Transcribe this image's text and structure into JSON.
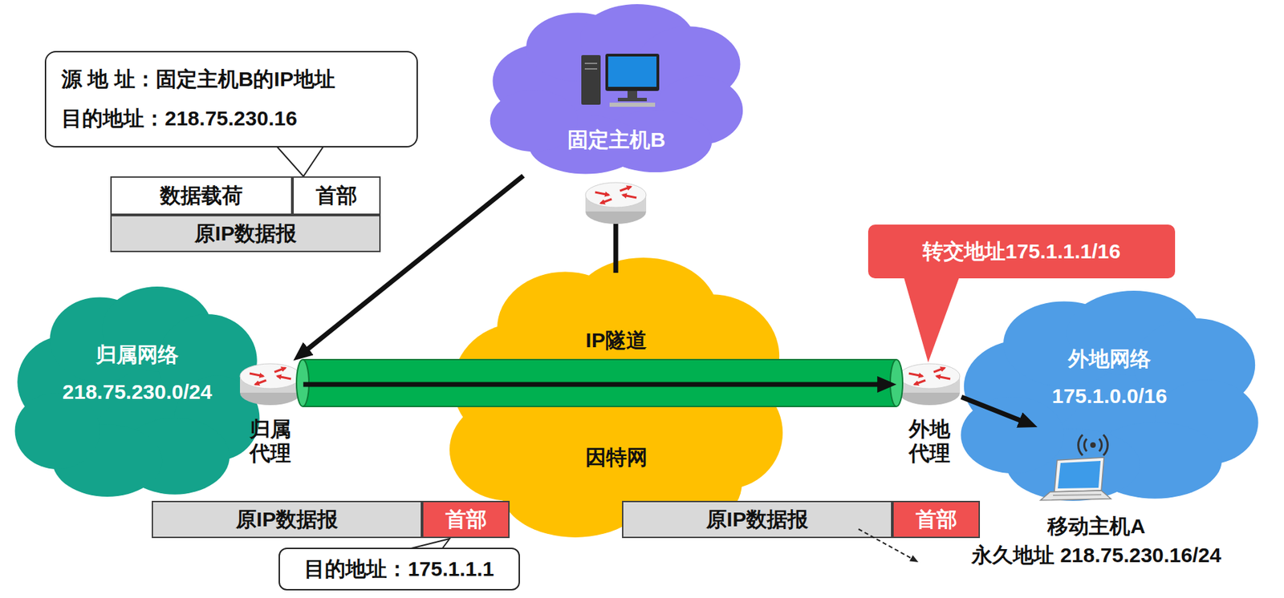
{
  "diagram": {
    "nodes": [
      {
        "text": [
          "源 地 址：固定主机B的IP地址",
          "目的地址：218.75.230.16"
        ]
      },
      {
        "text": [
          "数据载荷"
        ]
      },
      {
        "text": [
          "首部"
        ]
      },
      {
        "text": [
          "原IP数据报"
        ]
      },
      {
        "text": [
          "固定主机B"
        ]
      },
      {
        "text": [
          "转交地址175.1.1.1/16"
        ]
      },
      {
        "text": [
          "归属网络",
          "218.75.230.0/24"
        ]
      },
      {
        "text": [
          "归属代理"
        ]
      },
      {
        "text": [
          "IP隧道",
          "因特网"
        ]
      },
      {
        "text": [
          "外地代理"
        ]
      },
      {
        "text": [
          "外地网络",
          "175.1.0.0/16"
        ]
      },
      {
        "text": [
          "原IP数据报"
        ]
      },
      {
        "text": [
          "首部"
        ]
      },
      {
        "text": [
          "原IP数据报"
        ]
      },
      {
        "text": [
          "首部"
        ]
      },
      {
        "text": [
          "目的地址：175.1.1.1"
        ]
      },
      {
        "text": [
          "移动主机A",
          "永久地址 218.75.230.16/24"
        ]
      }
    ],
    "edges": [
      {
        "from": 4,
        "to": 7,
        "arrow": "to"
      },
      {
        "from": 7,
        "to": 9,
        "arrow": "to"
      },
      {
        "from": 9,
        "to": 16,
        "arrow": "to"
      }
    ]
  }
}
